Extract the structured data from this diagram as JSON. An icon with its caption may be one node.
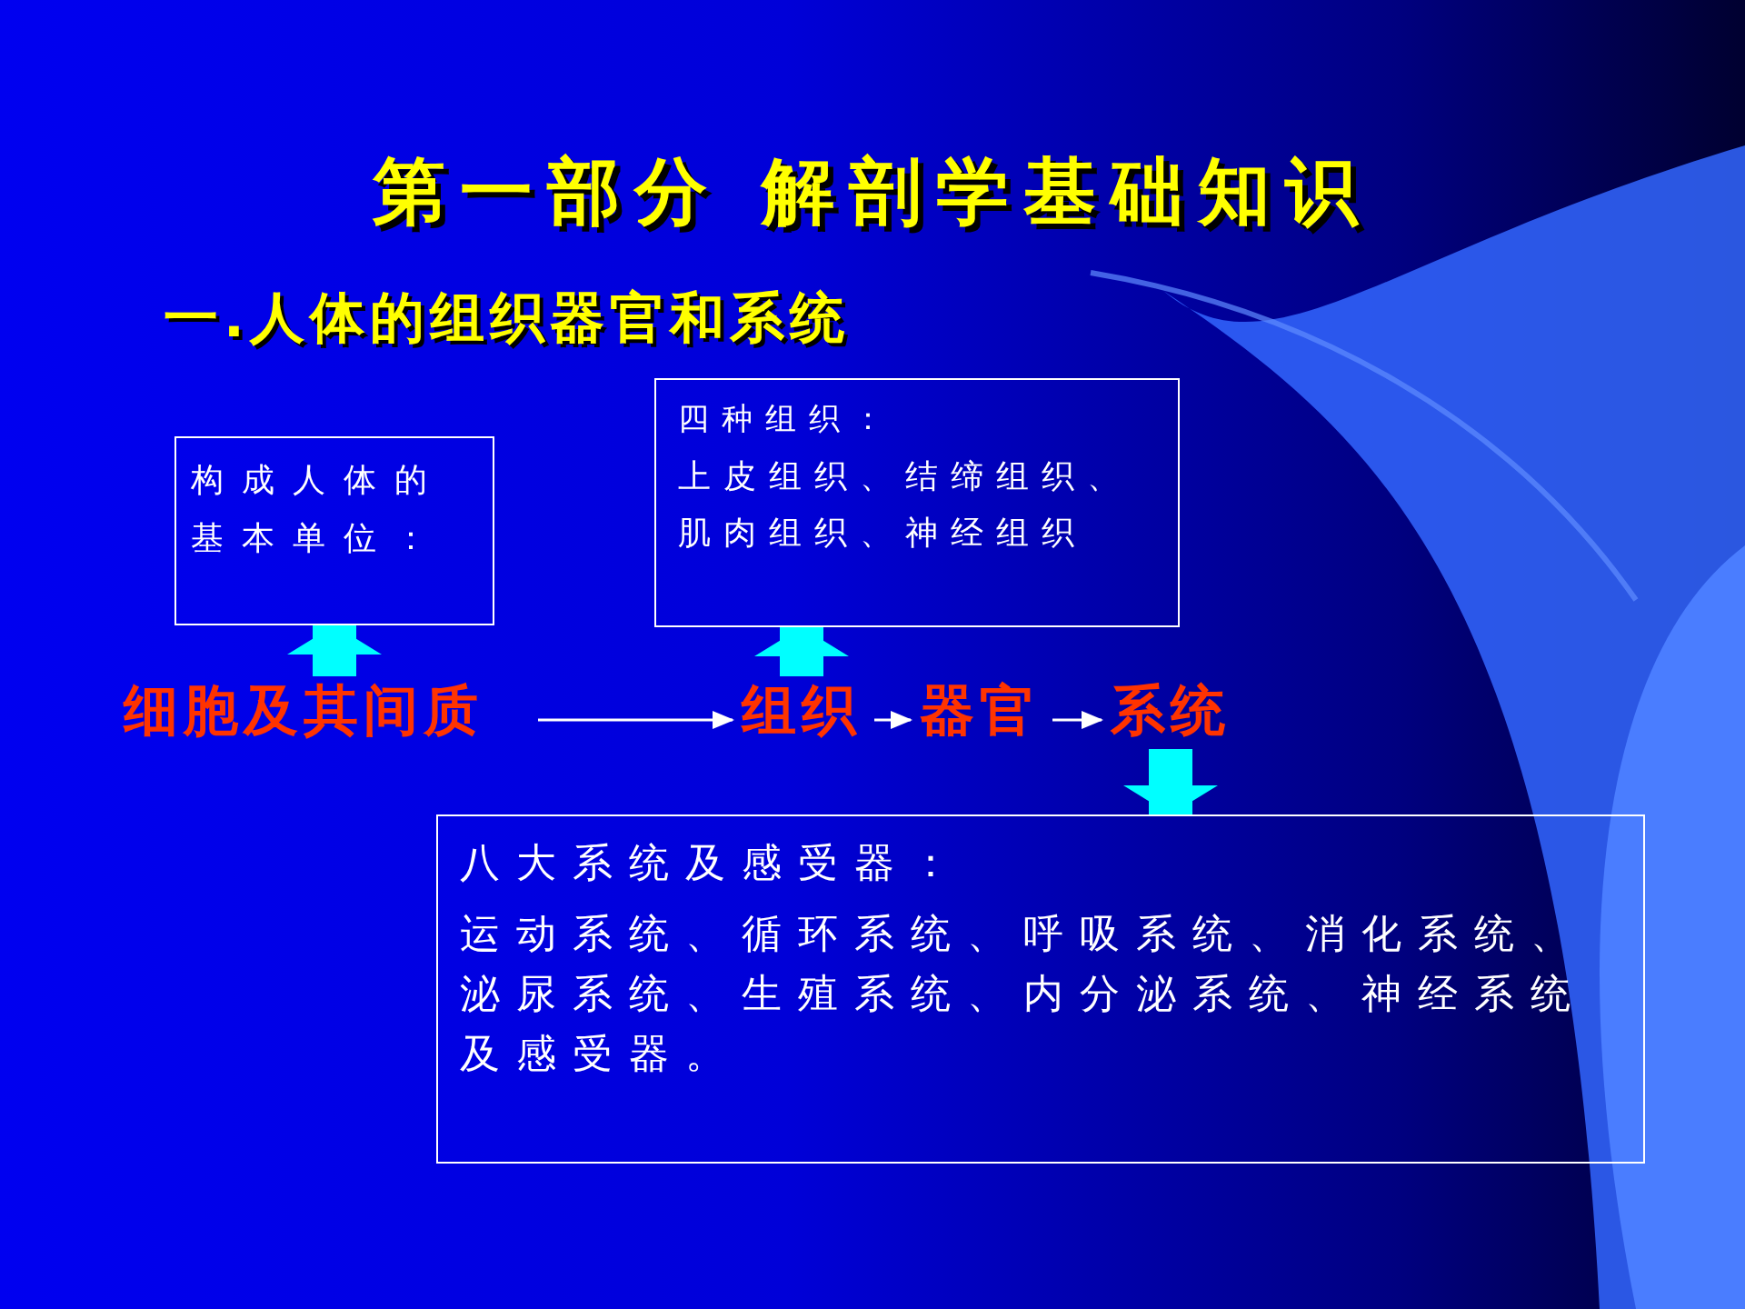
{
  "diagram": {
    "title": "第一部分 解剖学基础知识",
    "nodes": [
      {
        "text": [
          "构成人体的基本单位："
        ]
      },
      {
        "text": [
          "四种组织：",
          "上皮组织、结缔组织、肌肉组织、神经组织"
        ]
      },
      {
        "text": [
          "细胞及其间质"
        ]
      },
      {
        "text": [
          "组织"
        ]
      },
      {
        "text": [
          "器官"
        ]
      },
      {
        "text": [
          "系统"
        ]
      },
      {
        "text": [
          "八大系统及感受器：",
          "运动系统、循环系统、呼吸系统、消化系统、泌尿系统、生殖系统、内分泌系统、神经系统及感受器。"
        ]
      }
    ],
    "edges": [
      {
        "from": 2,
        "to": 0,
        "arrow": "to",
        "style": "thick",
        "color": "#00ffff"
      },
      {
        "from": 3,
        "to": 1,
        "arrow": "to",
        "style": "thick",
        "color": "#00ffff"
      },
      {
        "from": 2,
        "to": 3,
        "arrow": "to",
        "color": "#ffffff"
      },
      {
        "from": 3,
        "to": 4,
        "arrow": "to",
        "color": "#ffffff"
      },
      {
        "from": 4,
        "to": 5,
        "arrow": "to",
        "color": "#ffffff"
      },
      {
        "from": 5,
        "to": 6,
        "arrow": "to",
        "style": "thick",
        "color": "#00ffff"
      }
    ],
    "labels": [
      "一.人体的组织器官和系统"
    ]
  }
}
